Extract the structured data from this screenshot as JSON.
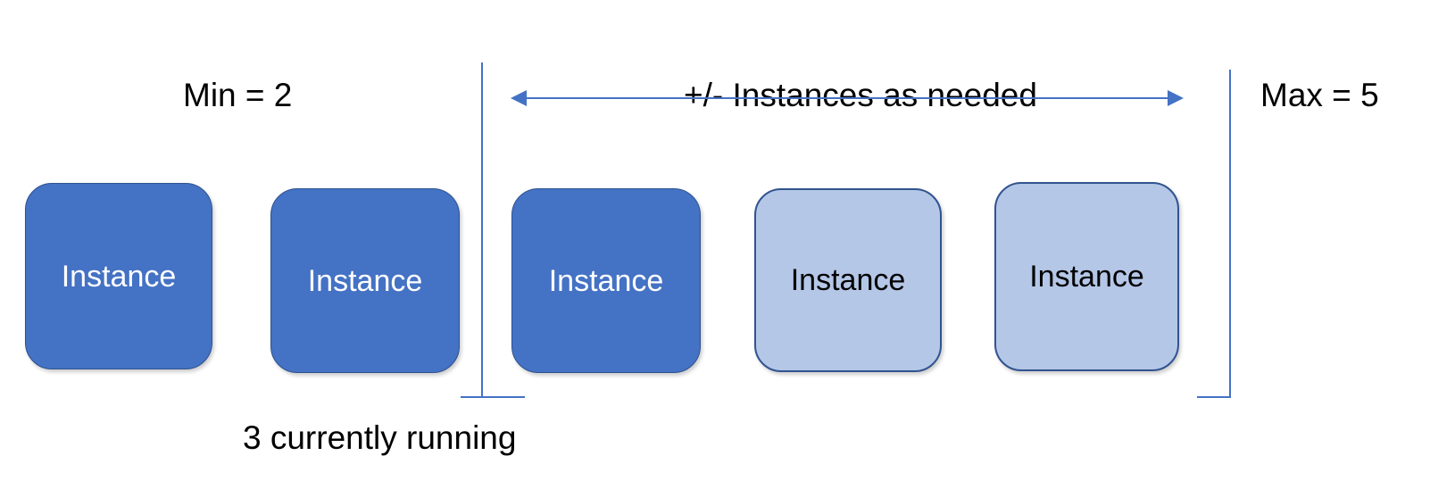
{
  "diagram": {
    "title_labels": {
      "min": "Min = 2",
      "span": "+/- Instances as needed",
      "max": "Max = 5",
      "running": "3 currently running"
    },
    "colors": {
      "running_fill": "#4472C4",
      "running_text": "#FFFFFF",
      "idle_fill": "#B4C7E7",
      "idle_border": "#31538F",
      "idle_text": "#000000",
      "line": "#4472C4",
      "background": "#FFFFFF"
    },
    "instances": [
      {
        "label": "Instance",
        "state": "running"
      },
      {
        "label": "Instance",
        "state": "running"
      },
      {
        "label": "Instance",
        "state": "running"
      },
      {
        "label": "Instance",
        "state": "idle"
      },
      {
        "label": "Instance",
        "state": "idle"
      }
    ],
    "arrow": {
      "direction": "double",
      "label": "+/- Instances as needed"
    },
    "values": {
      "min": 2,
      "max": 5,
      "currently_running": 3
    }
  }
}
